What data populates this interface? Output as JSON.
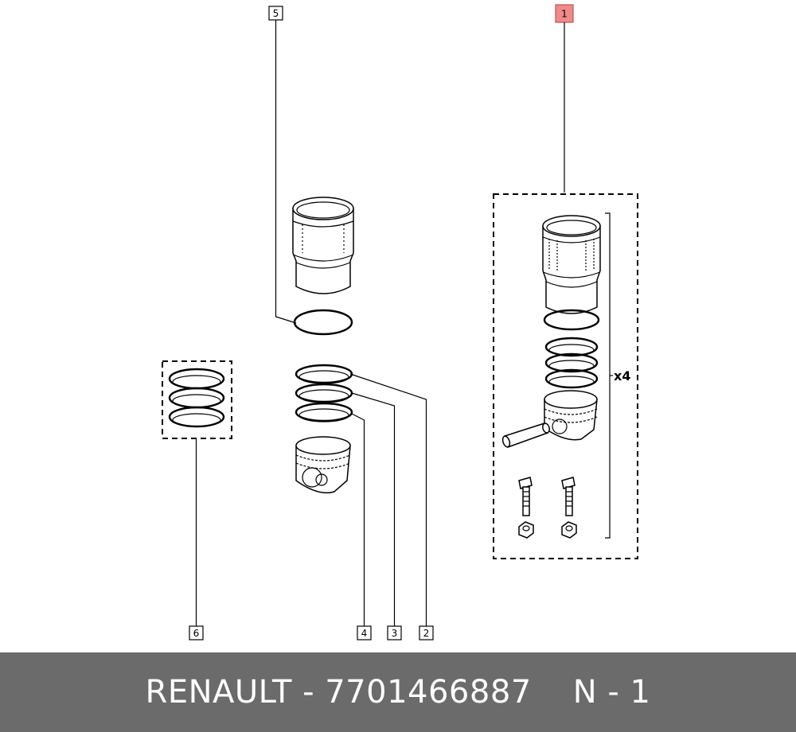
{
  "diagram": {
    "callouts": [
      {
        "id": "1",
        "label": "1",
        "highlighted": true
      },
      {
        "id": "2",
        "label": "2",
        "highlighted": false
      },
      {
        "id": "3",
        "label": "3",
        "highlighted": false
      },
      {
        "id": "4",
        "label": "4",
        "highlighted": false
      },
      {
        "id": "5",
        "label": "5",
        "highlighted": false
      },
      {
        "id": "6",
        "label": "6",
        "highlighted": false
      }
    ],
    "kit_quantity": "x4",
    "highlight_color": "#f08a8a"
  },
  "footer": {
    "brand_part": "RENAULT - 7701466887",
    "quantity": "N - 1",
    "background_color": "#6b6b6b"
  }
}
